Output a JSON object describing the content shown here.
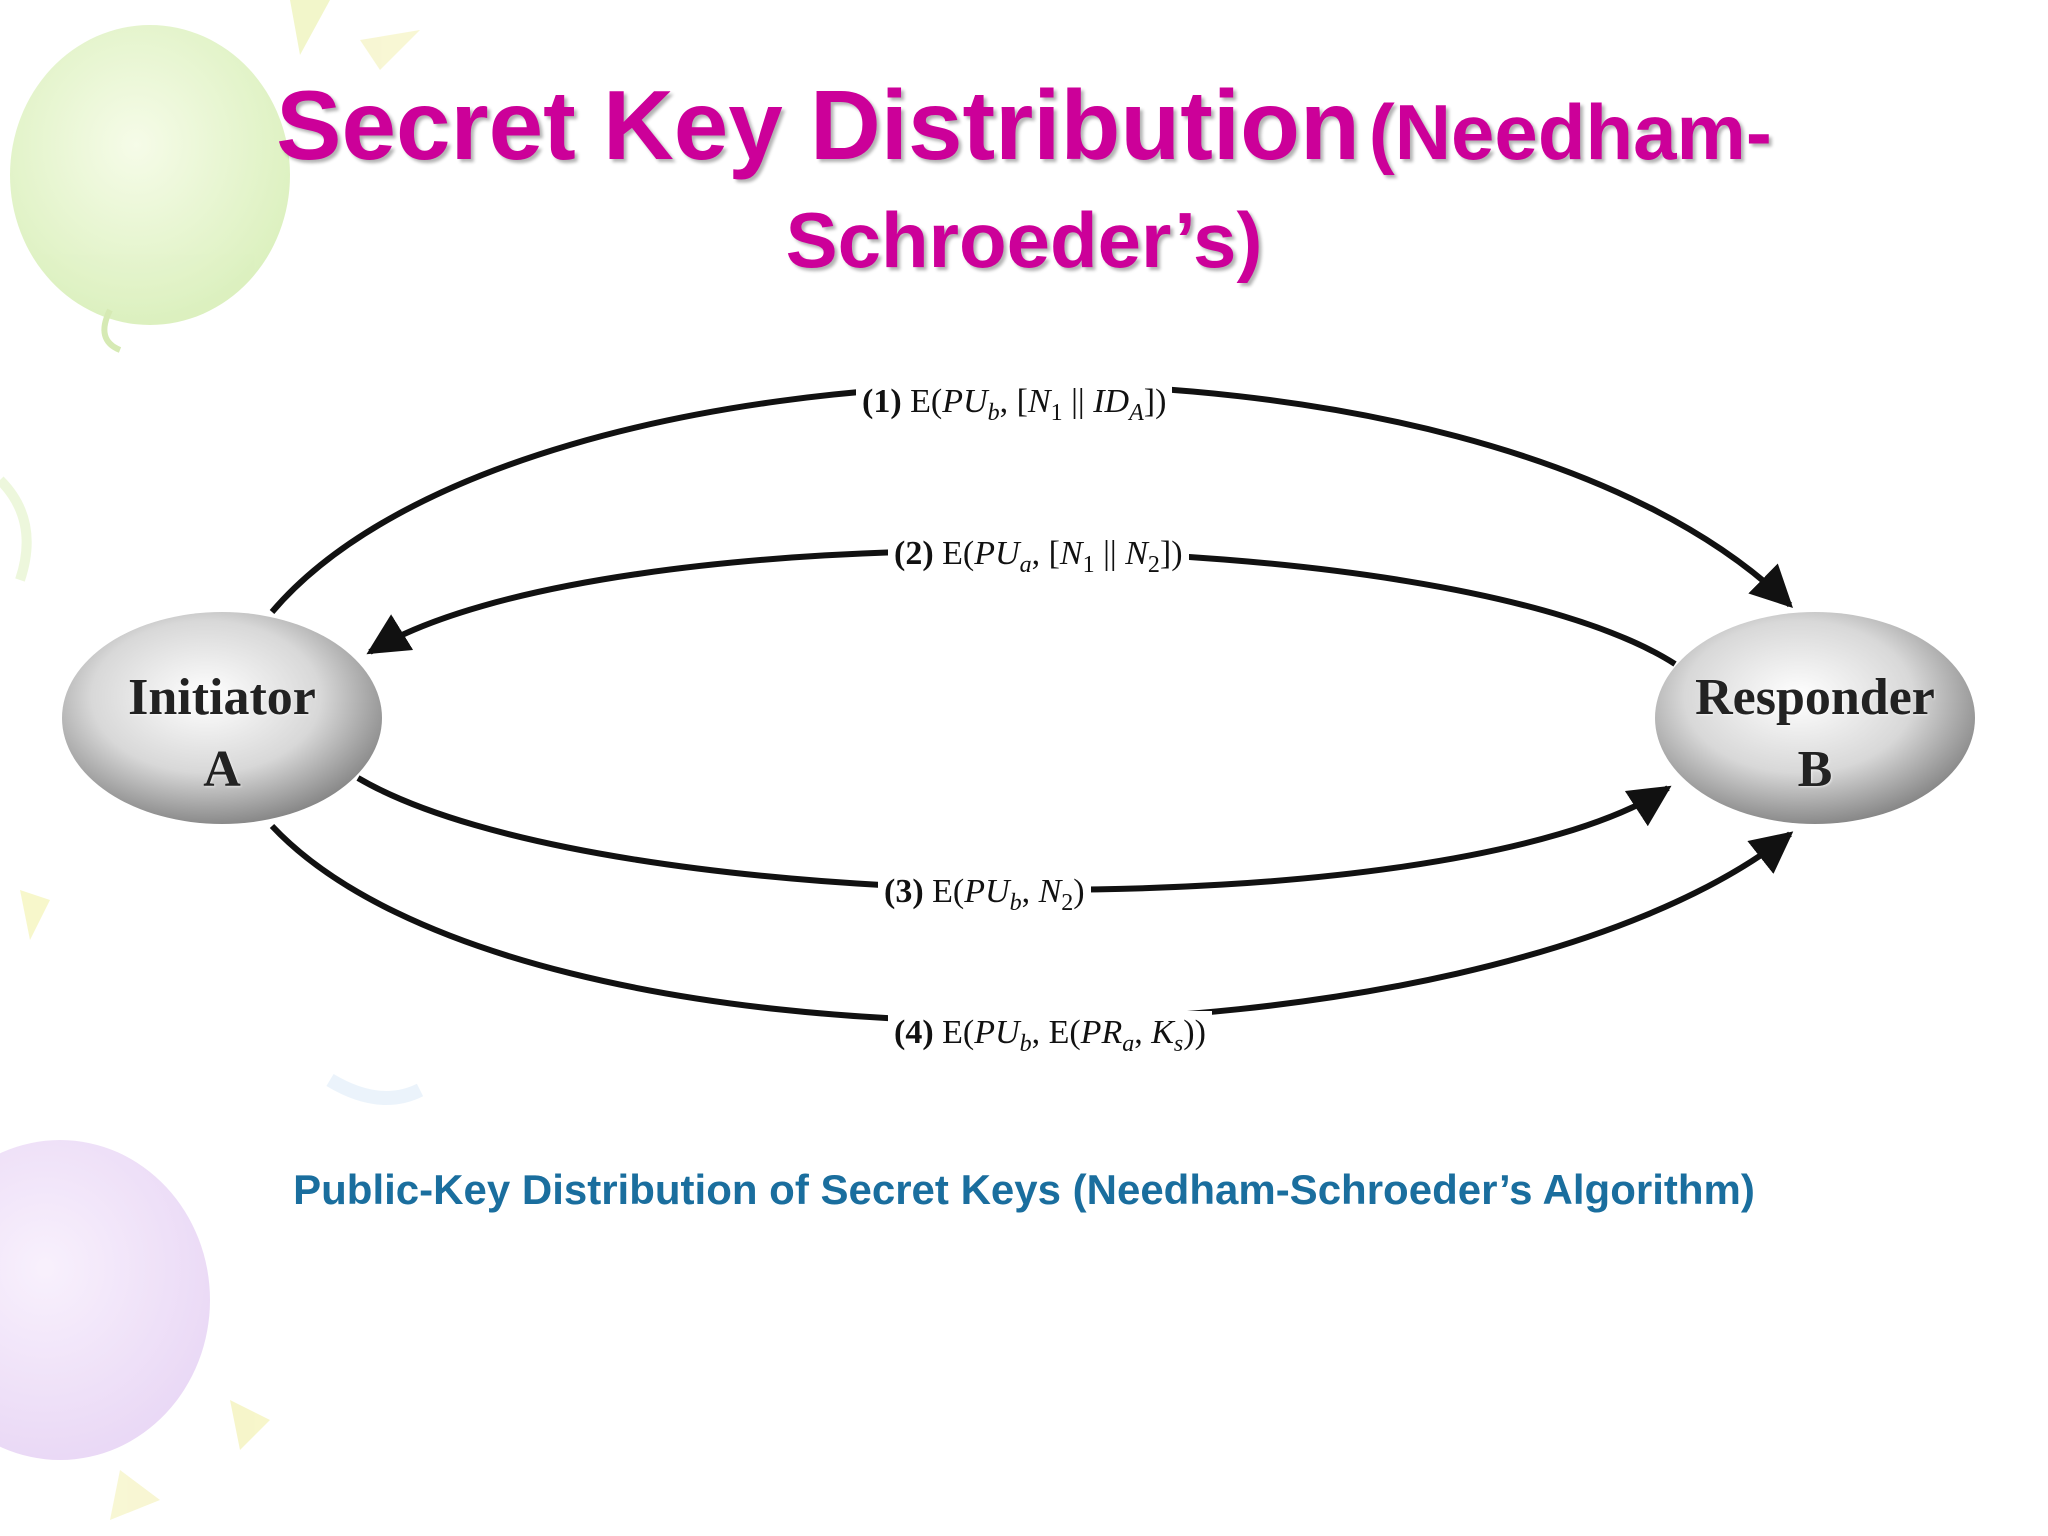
{
  "slide": {
    "title_main": "Secret Key Distribution",
    "title_paren": "(Needham-",
    "title_line2": "Schroeder’s)",
    "caption": "Public-Key Distribution of Secret Keys (Needham-Schroeder’s Algorithm)"
  },
  "diagram": {
    "nodes": [
      {
        "id": "initiator",
        "line1": "Initiator",
        "line2": "A"
      },
      {
        "id": "responder",
        "line1": "Responder",
        "line2": "B"
      }
    ],
    "messages": [
      {
        "num": "(1)",
        "from": "A",
        "to": "B"
      },
      {
        "num": "(2)",
        "from": "B",
        "to": "A"
      },
      {
        "num": "(3)",
        "from": "A",
        "to": "B"
      },
      {
        "num": "(4)",
        "from": "A",
        "to": "B"
      }
    ]
  },
  "colors": {
    "title": "#cc0099",
    "caption": "#1a6e9e",
    "node_fill_center": "#ffffff",
    "node_fill_edge": "#7a7a7a",
    "arrow": "#111111"
  }
}
